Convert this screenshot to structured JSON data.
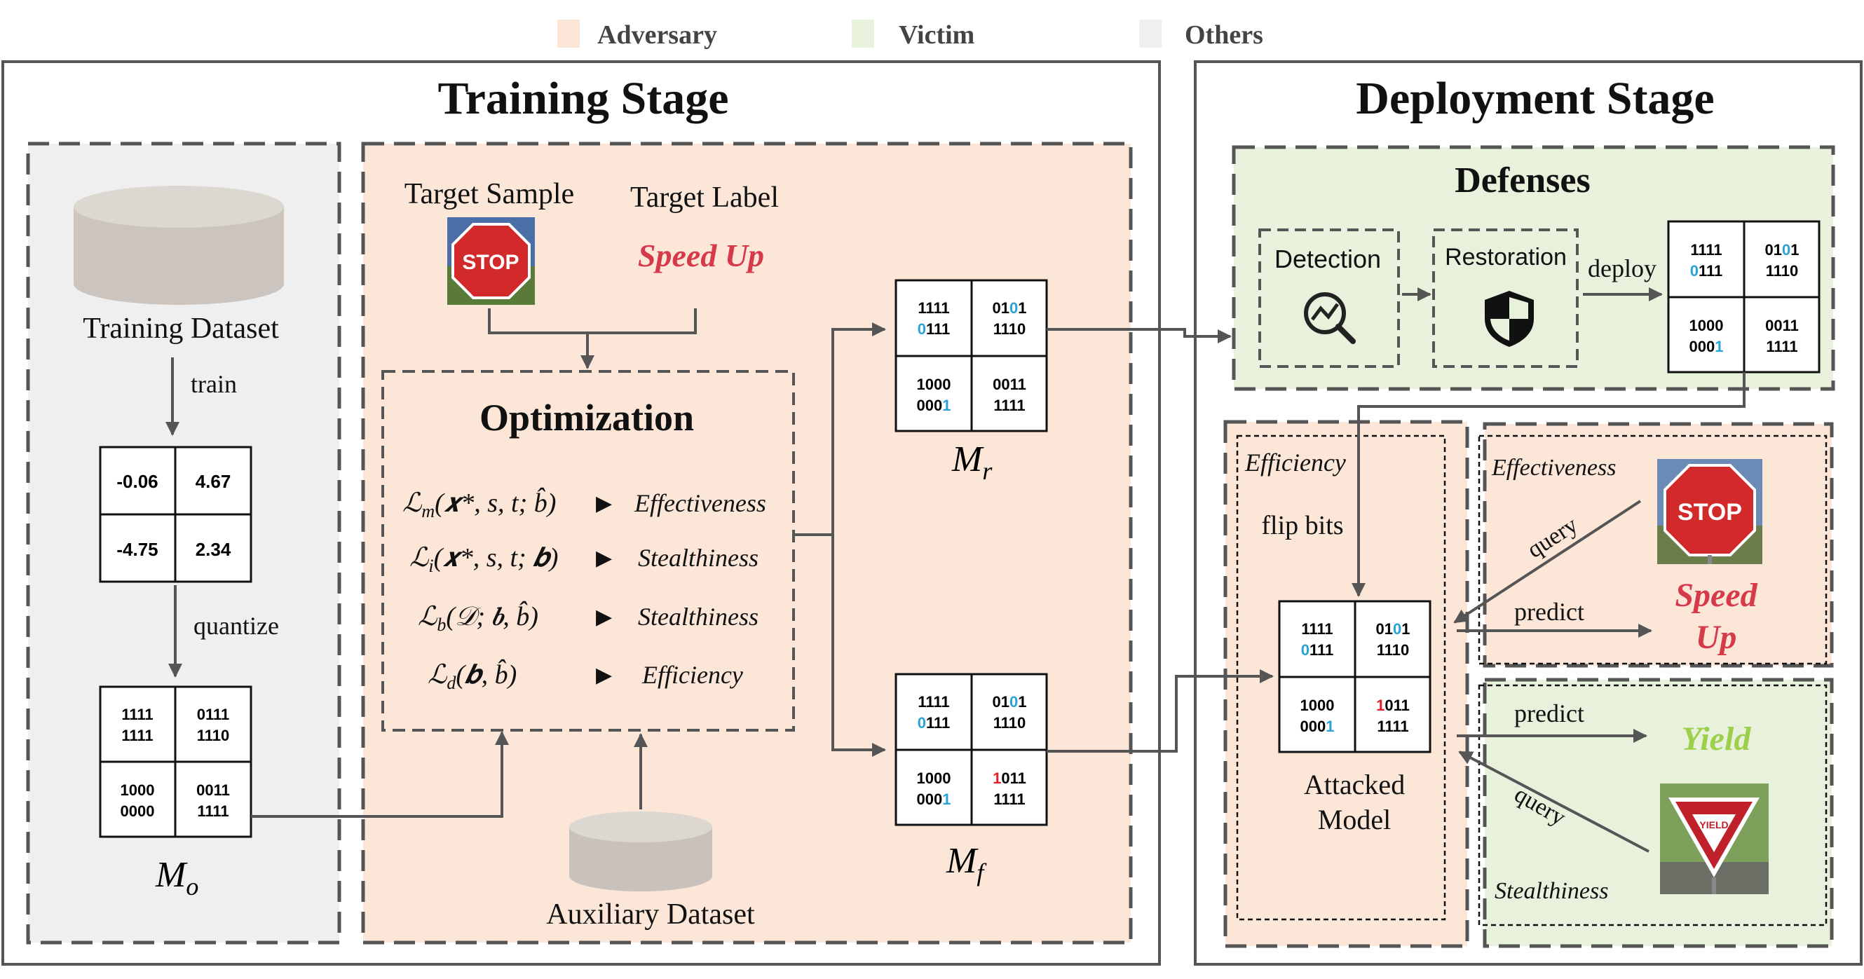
{
  "legend": {
    "adversary": "Adversary",
    "victim": "Victim",
    "others": "Others",
    "colors": {
      "adversary": "#fbe6d8",
      "victim": "#e7f1dc",
      "others": "#efefef"
    }
  },
  "training": {
    "title": "Training Stage",
    "dataset_label": "Training Dataset",
    "train_label": "train",
    "quantize_label": "quantize",
    "float_matrix": [
      "-0.06",
      "4.67",
      "-4.75",
      "2.34"
    ],
    "quant_matrix": [
      [
        "1111",
        "1111"
      ],
      [
        "0111",
        "1110"
      ],
      [
        "1000",
        "0000"
      ],
      [
        "0011",
        "1111"
      ]
    ],
    "mo_label": "M",
    "mo_sub": "o",
    "target_sample_label": "Target Sample",
    "target_label_label": "Target Label",
    "target_label_value": "Speed Up",
    "optimization_title": "Optimization",
    "losses": [
      {
        "sym": "ℒ",
        "sub": "m",
        "args": "(𝒙*, s, t; b̂)",
        "goal": "Effectiveness"
      },
      {
        "sym": "ℒ",
        "sub": "i",
        "args": "(𝒙*, s, t; 𝒃)",
        "goal": "Stealthiness"
      },
      {
        "sym": "ℒ",
        "sub": "b",
        "args": "(𝒟; 𝒃, b̂)",
        "goal": "Stealthiness"
      },
      {
        "sym": "ℒ",
        "sub": "d",
        "args": "(𝒃, b̂)",
        "goal": "Efficiency"
      }
    ],
    "aux_label": "Auxiliary Dataset",
    "mr_label": "M",
    "mr_sub": "r",
    "mf_label": "M",
    "mf_sub": "f"
  },
  "deployment": {
    "title": "Deployment Stage",
    "defenses_title": "Defenses",
    "detection_label": "Detection",
    "restoration_label": "Restoration",
    "deploy_label": "deploy",
    "efficiency_label": "Efficiency",
    "flip_bits_label": "flip bits",
    "attacked_model_line1": "Attacked",
    "attacked_model_line2": "Model",
    "effectiveness_label": "Effectiveness",
    "stealthiness_label": "Stealthiness",
    "query_label": "query",
    "predict_label": "predict",
    "speed_up_line1": "Speed",
    "speed_up_line2": "Up",
    "yield_label": "Yield",
    "stop_sign_text": "STOP",
    "yield_sign_text": "YIELD"
  },
  "bit_matrix": {
    "tl": [
      "1111",
      "0111"
    ],
    "tr": [
      "0101",
      "1110"
    ],
    "bl": [
      "1000",
      "0001"
    ],
    "br": [
      "0011",
      "1111"
    ],
    "br_flipped": [
      "1011",
      "1111"
    ],
    "highlight_blue": "#29a3d6",
    "highlight_red": "#e0202a"
  }
}
